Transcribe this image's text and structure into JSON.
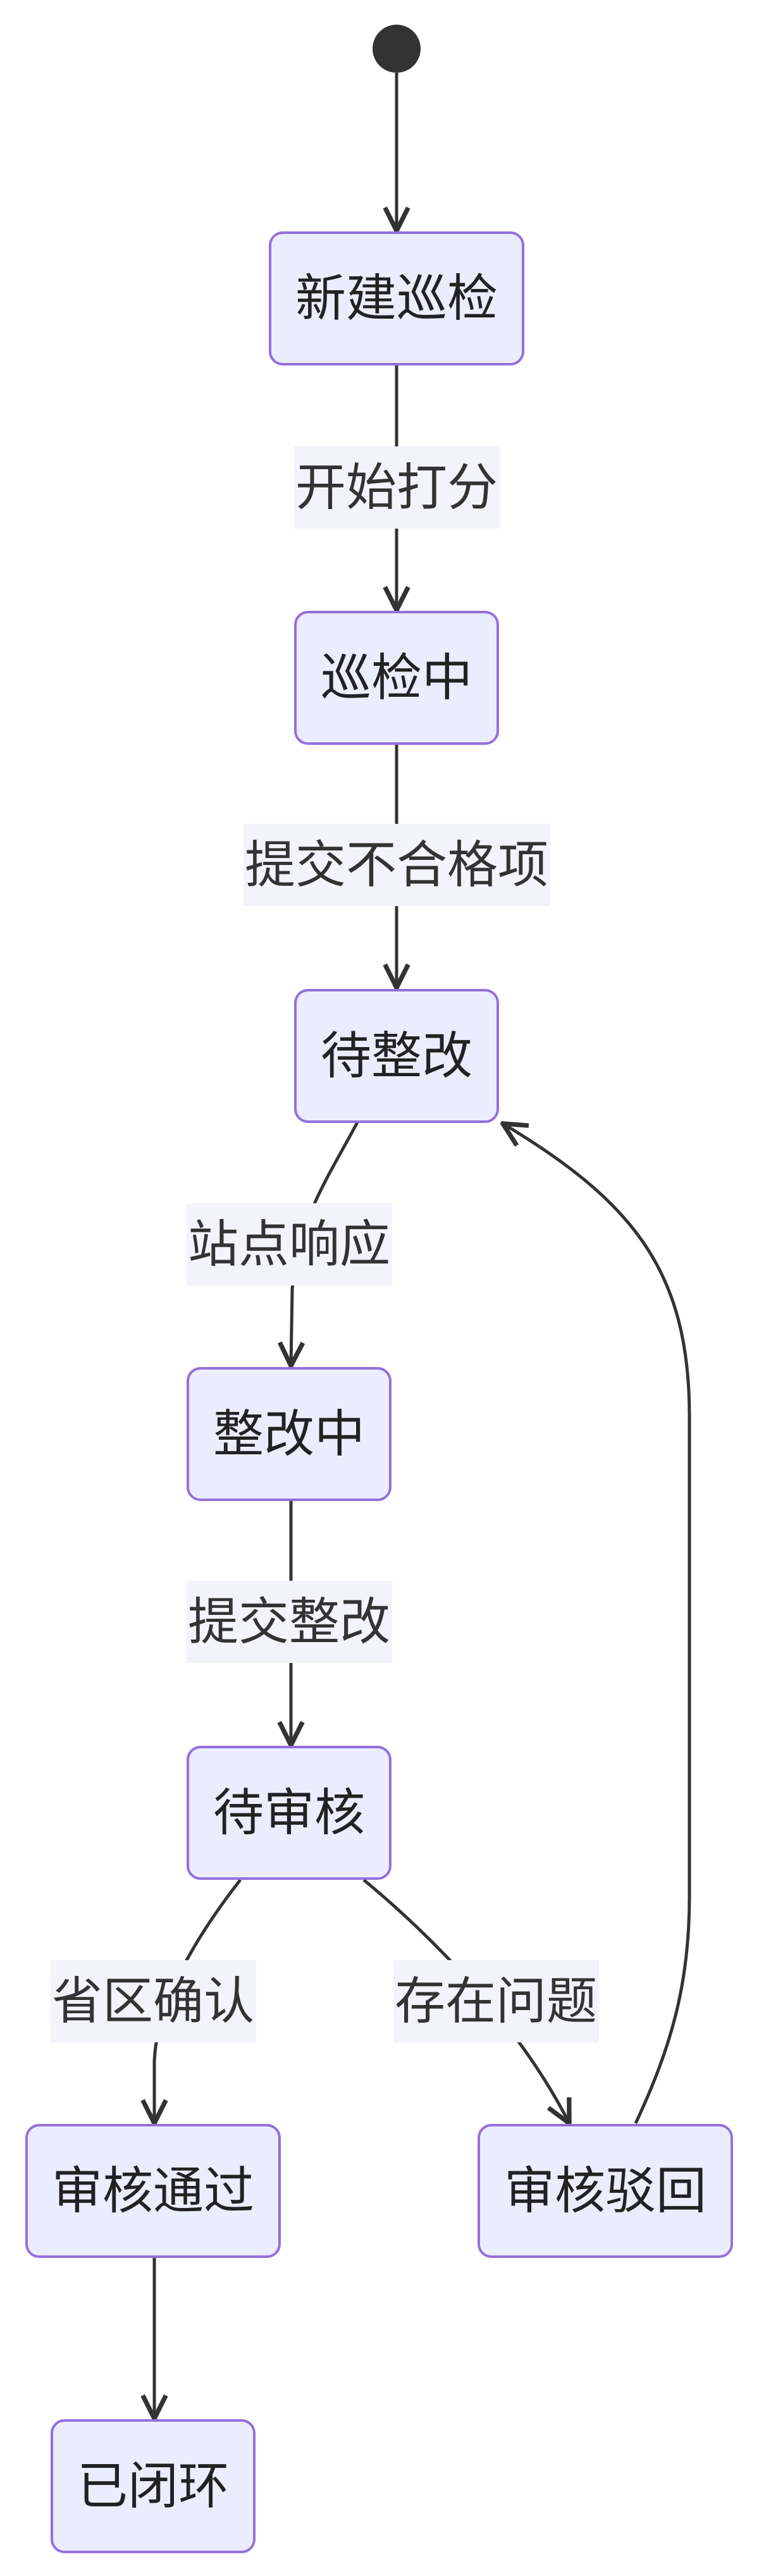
{
  "diagram": {
    "type": "state-diagram",
    "start": {
      "name": "start"
    },
    "states": [
      {
        "id": "new",
        "label": "新建巡检"
      },
      {
        "id": "inspecting",
        "label": "巡检中"
      },
      {
        "id": "pending_rectify",
        "label": "待整改"
      },
      {
        "id": "rectifying",
        "label": "整改中"
      },
      {
        "id": "pending_review",
        "label": "待审核"
      },
      {
        "id": "approved",
        "label": "审核通过"
      },
      {
        "id": "rejected",
        "label": "审核驳回"
      },
      {
        "id": "closed",
        "label": "已闭环"
      }
    ],
    "transitions": [
      {
        "from": "start",
        "to": "new",
        "label": ""
      },
      {
        "from": "new",
        "to": "inspecting",
        "label": "开始打分"
      },
      {
        "from": "inspecting",
        "to": "pending_rectify",
        "label": "提交不合格项"
      },
      {
        "from": "pending_rectify",
        "to": "rectifying",
        "label": "站点响应"
      },
      {
        "from": "rectifying",
        "to": "pending_review",
        "label": "提交整改"
      },
      {
        "from": "pending_review",
        "to": "approved",
        "label": "省区确认"
      },
      {
        "from": "pending_review",
        "to": "rejected",
        "label": "存在问题"
      },
      {
        "from": "rejected",
        "to": "pending_rectify",
        "label": ""
      },
      {
        "from": "approved",
        "to": "closed",
        "label": ""
      }
    ],
    "colors": {
      "node_fill": "#ececff",
      "node_border": "#9370db",
      "edge": "#333333",
      "start_dot": "#333333",
      "label_bg": "#f3f3fb"
    }
  }
}
